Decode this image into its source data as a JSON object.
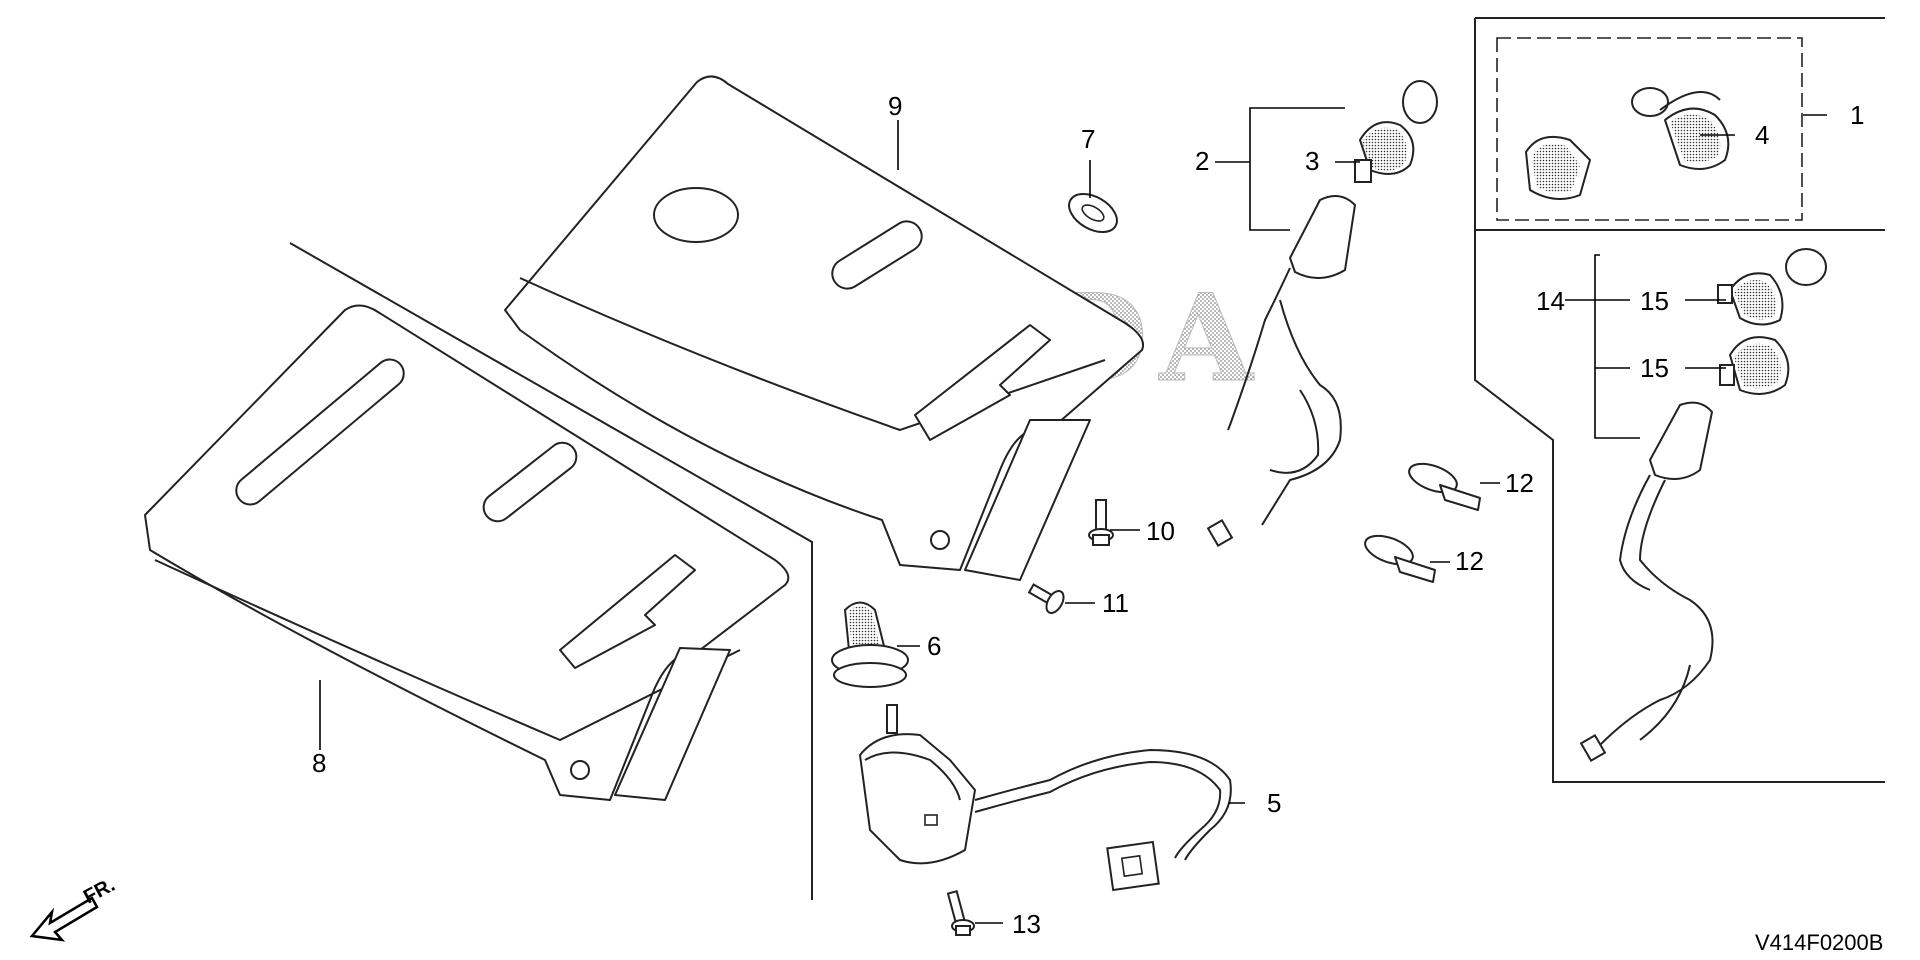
{
  "watermark": "HONDA",
  "diagram_code": "V414F0200B",
  "front_marker": "FR.",
  "callouts": {
    "c1": "1",
    "c2": "2",
    "c3": "3",
    "c4": "4",
    "c5": "5",
    "c6": "6",
    "c7": "7",
    "c8": "8",
    "c9": "9",
    "c10": "10",
    "c11": "11",
    "c12a": "12",
    "c12b": "12",
    "c13": "13",
    "c14": "14",
    "c15a": "15",
    "c15b": "15"
  }
}
